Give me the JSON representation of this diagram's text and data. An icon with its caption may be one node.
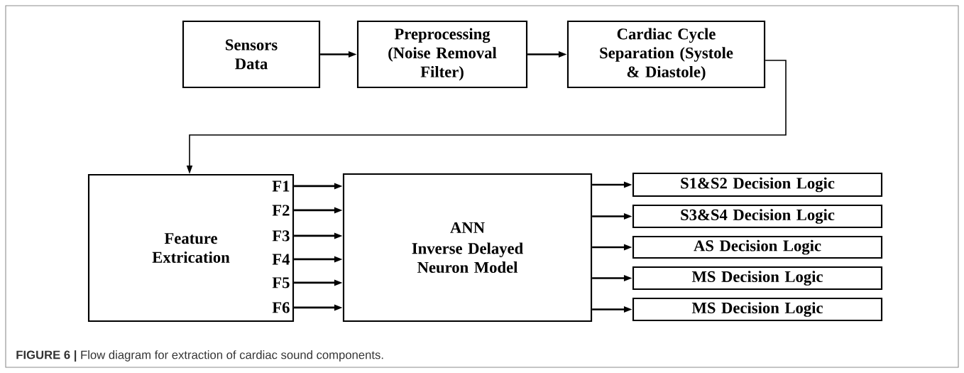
{
  "diagram": {
    "caption": "**FIGURE 6 |** Flow diagram for extraction of cardiac sound components.",
    "nodes": [
      {
        "text": [
          "Sensors Data"
        ]
      },
      {
        "text": [
          "Preprocessing (Noise Removal Filter)"
        ]
      },
      {
        "text": [
          "Cardiac Cycle Separation (Systole & Diastole)"
        ]
      },
      {
        "text": [
          "Feature Extrication"
        ]
      },
      {
        "text": [
          "F1"
        ],
        "in": 3
      },
      {
        "text": [
          "F2"
        ],
        "in": 3
      },
      {
        "text": [
          "F3"
        ],
        "in": 3
      },
      {
        "text": [
          "F4"
        ],
        "in": 3
      },
      {
        "text": [
          "F5"
        ],
        "in": 3
      },
      {
        "text": [
          "F6"
        ],
        "in": 3
      },
      {
        "text": [
          "ANN",
          "Inverse Delayed Neuron Model"
        ]
      },
      {
        "text": [
          "S1&S2 Decision Logic"
        ]
      },
      {
        "text": [
          "S3&S4 Decision Logic"
        ]
      },
      {
        "text": [
          "AS Decision Logic"
        ]
      },
      {
        "text": [
          "MS Decision Logic"
        ]
      },
      {
        "text": [
          "MS Decision Logic"
        ]
      }
    ],
    "edges": [
      {
        "from": 0,
        "to": 1,
        "arrow": "to"
      },
      {
        "from": 1,
        "to": 2,
        "arrow": "to"
      },
      {
        "from": 2,
        "to": 3,
        "arrow": "to"
      },
      {
        "from": 4,
        "to": 10,
        "arrow": "to"
      },
      {
        "from": 5,
        "to": 10,
        "arrow": "to"
      },
      {
        "from": 6,
        "to": 10,
        "arrow": "to"
      },
      {
        "from": 7,
        "to": 10,
        "arrow": "to"
      },
      {
        "from": 8,
        "to": 10,
        "arrow": "to"
      },
      {
        "from": 9,
        "to": 10,
        "arrow": "to"
      },
      {
        "from": 10,
        "to": 11,
        "arrow": "to"
      },
      {
        "from": 10,
        "to": 12,
        "arrow": "to"
      },
      {
        "from": 10,
        "to": 13,
        "arrow": "to"
      },
      {
        "from": 10,
        "to": 14,
        "arrow": "to"
      },
      {
        "from": 10,
        "to": 15,
        "arrow": "to"
      }
    ]
  }
}
